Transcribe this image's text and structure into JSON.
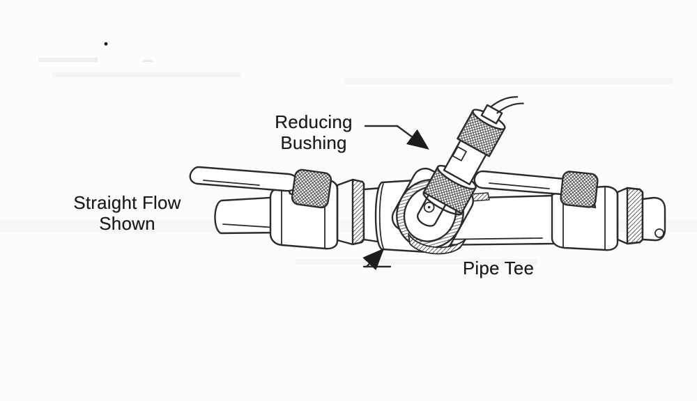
{
  "figure": {
    "background_color": "#fcfcfc",
    "ink_color": "#2b2b2b",
    "text_color": "#1b1b1b",
    "annotations": {
      "reducing_bushing": {
        "line1": "Reducing",
        "line2": "Bushing"
      },
      "straight_flow": {
        "line1": "Straight Flow",
        "line2": "Shown"
      },
      "pipe_tee": {
        "line1": "Pipe Tee"
      }
    }
  }
}
